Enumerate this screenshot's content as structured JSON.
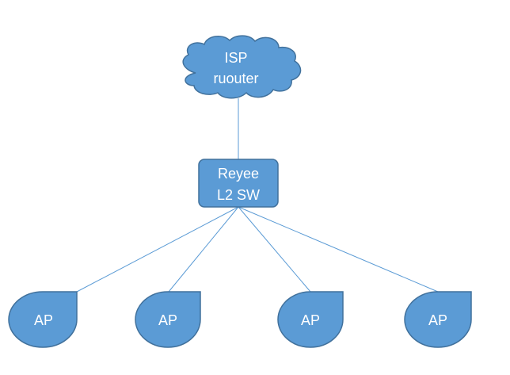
{
  "diagram": {
    "cloud": {
      "line1": "ISP",
      "line2": "ruouter"
    },
    "switch": {
      "line1": "Reyee",
      "line2": "L2 SW"
    },
    "access_points": [
      {
        "label": "AP"
      },
      {
        "label": "AP"
      },
      {
        "label": "AP"
      },
      {
        "label": "AP"
      }
    ],
    "colors": {
      "fill": "#5b9bd5",
      "stroke": "#41719c",
      "link": "#5b9bd5",
      "text": "#ffffff"
    }
  }
}
